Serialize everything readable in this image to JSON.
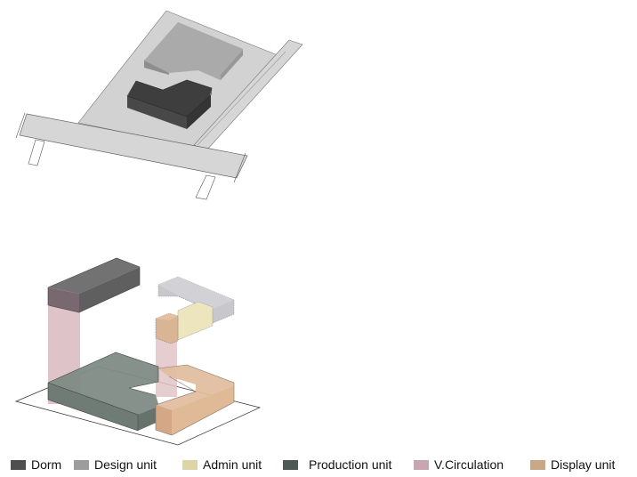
{
  "figure": {
    "type": "architectural axonometric diagram",
    "panels": [
      {
        "id": "site-massing",
        "description": "Site plan axonometric with two building blocks on a gray plot beside roads"
      },
      {
        "id": "program-exploded",
        "description": "Exploded program axonometric showing functional units and vertical circulation"
      }
    ]
  },
  "colors": {
    "site_ground": "#d3d3d3",
    "road": "#d6d6d6",
    "outline": "#555555",
    "dorm": "#4a4a4a",
    "design_unit": "#a7a7a7",
    "admin_unit": "#e8e2b8",
    "production_unit": "#6f7a73",
    "v_circulation": "#d6b5bb",
    "display_unit": "#d9b08c"
  },
  "legend": {
    "items": [
      {
        "label": "Dorm",
        "color": "#4f4f4f"
      },
      {
        "label": "Design unit",
        "color": "#9d9d9d"
      },
      {
        "label": "Admin unit",
        "color": "#ddd5a6"
      },
      {
        "label": "Production unit",
        "color": "#4e5a55"
      },
      {
        "label": "V.Circulation",
        "color": "#c9a5b2"
      },
      {
        "label": "Display unit",
        "color": "#c8a888"
      }
    ]
  }
}
